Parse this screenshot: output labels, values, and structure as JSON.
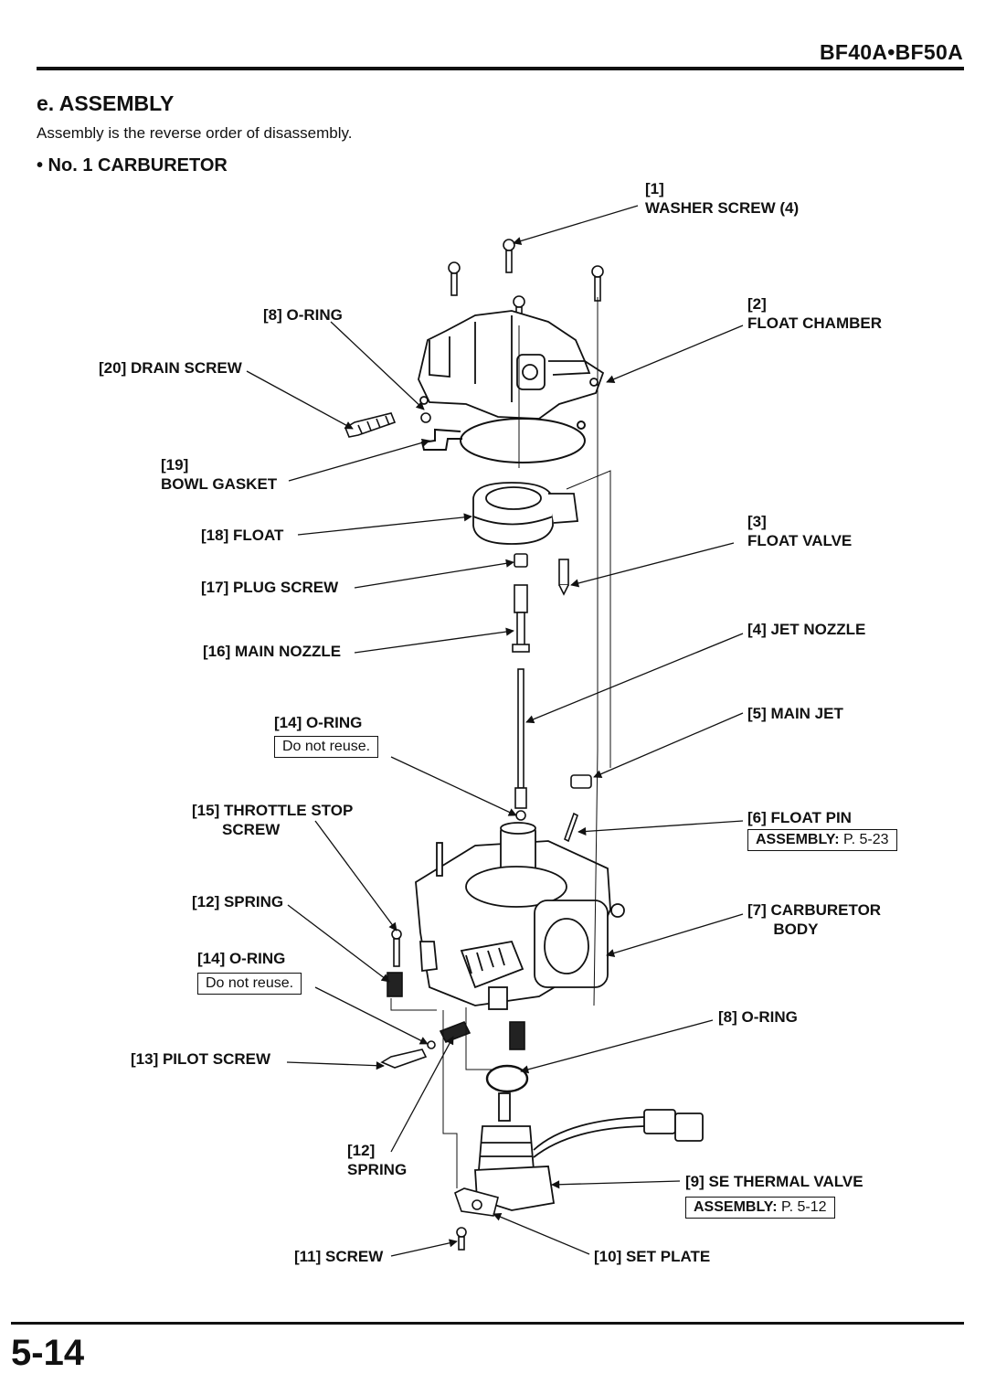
{
  "header": {
    "model": "BF40A•BF50A"
  },
  "section": {
    "title": "e. ASSEMBLY",
    "intro": "Assembly is the reverse order of disassembly.",
    "subheading": "• No. 1 CARBURETOR"
  },
  "labels": {
    "l1": "[1]\nWASHER SCREW (4)",
    "l2": "[2]\nFLOAT CHAMBER",
    "l3": "[3]\nFLOAT VALVE",
    "l4": "[4] JET NOZZLE",
    "l5": "[5] MAIN JET",
    "l6": "[6] FLOAT PIN",
    "l7": "[7] CARBURETOR\n      BODY",
    "l8a": "[8] O-RING",
    "l8b": "[8] O-RING",
    "l9": "[9] SE THERMAL VALVE",
    "l10": "[10] SET PLATE",
    "l11": "[11] SCREW",
    "l12a": "[12] SPRING",
    "l12b": "[12]\nSPRING",
    "l13": "[13] PILOT SCREW",
    "l14a": "[14] O-RING",
    "l14b": "[14] O-RING",
    "l15": "[15] THROTTLE STOP\n       SCREW",
    "l16": "[16] MAIN NOZZLE",
    "l17": "[17] PLUG SCREW",
    "l18": "[18] FLOAT",
    "l19": "[19]\nBOWL GASKET",
    "l20": "[20] DRAIN SCREW"
  },
  "notes": {
    "reuse_a": "Do not reuse.",
    "reuse_b": "Do not reuse.",
    "float_pin_ref_key": "ASSEMBLY:",
    "float_pin_ref_page": "P. 5-23",
    "thermal_ref_key": "ASSEMBLY:",
    "thermal_ref_page": "P. 5-12"
  },
  "footer": {
    "page": "5-14"
  }
}
